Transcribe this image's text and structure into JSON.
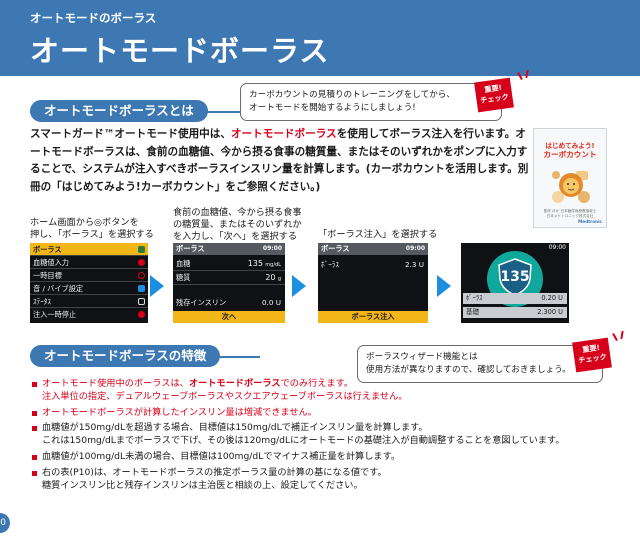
{
  "header": {
    "subtitle": "オートモードのボーラス",
    "title": "オートモードボーラス"
  },
  "section1": {
    "heading": "オートモードボーラスとは",
    "callout": [
      "カーボカウントの見積りのトレーニングをしてから、",
      "オートモードを開始するようにしましょう!"
    ],
    "badge": [
      "重要!",
      "チェック"
    ],
    "intro_a": "スマートガード™オートモード使用中は、",
    "intro_b": "オートモードボーラス",
    "intro_c": "を使用してボーラス注入を行います。オートモードボーラスは、食前の血糖値、今から摂る食事の糖質量、またはそのいずれかをポンプに入力することで、システムが注入すべきボーラスインスリン量を計算します。(カーボカウントを活用します。別冊の「はじめてみよう!カーボカウント」をご参照ください。)"
  },
  "book": {
    "title": [
      "はじめてみよう!",
      "カーボカウント"
    ],
    "footer": [
      "監修 ほか 日本糖尿病療養指導士",
      "日本メドトロニック株式会社"
    ],
    "brand": "Medtronic",
    "colors": {
      "title": "#e2231a",
      "lion": "#e58a2c"
    }
  },
  "steps": {
    "step1_caption": [
      "ホーム画面から◎ボタンを",
      "押し、「ボーラス」を選択する"
    ],
    "step2_caption": [
      "食前の血糖値、今から摂る食事",
      "の糖質量、またはそのいずれか",
      "を入力し、「次へ」を選択する"
    ],
    "step3_caption": [
      "「ボーラス注入」を選択する"
    ]
  },
  "screen1": {
    "items": [
      {
        "label": "ボーラス",
        "icon": "bolus-icon",
        "color": "#f2b619"
      },
      {
        "label": "血糖値入力",
        "icon": "drop-icon",
        "color": "#d7001a"
      },
      {
        "label": "一時目標",
        "icon": "target-icon",
        "color": "#1d8fe0"
      },
      {
        "label": "音 / バイブ設定",
        "icon": "bell-icon",
        "color": "#8a8f95"
      },
      {
        "label": "ｽﾃｰﾀｽ",
        "icon": "status-icon",
        "color": "#8a8f95"
      },
      {
        "label": "注入一時停止",
        "icon": "pause-icon",
        "color": "#d7001a"
      }
    ]
  },
  "screen2": {
    "title": "ボーラス",
    "time": "09:00",
    "bg_label": "血糖",
    "bg_value": "135",
    "bg_unit": "mg/dL",
    "carb_label": "糖質",
    "carb_value": "20",
    "carb_unit": "g",
    "active_label": "残存インスリン",
    "active_value": "0.0 U",
    "next_button": "次へ"
  },
  "screen3": {
    "title": "ボーラス",
    "time": "09:00",
    "row_label": "ﾎﾞｰﾗｽ",
    "row_value": "2.3 U",
    "deliver_button": "ボーラス注入"
  },
  "screen4": {
    "time": "09:00",
    "glucose": "135",
    "bolus_label": "ﾎﾞｰﾗｽ",
    "bolus_value": "0.20 U",
    "basal_label": "基礎",
    "basal_value": "2.300 U"
  },
  "section2": {
    "heading": "オートモードボーラスの特徴",
    "callout": [
      "ボーラスウィザード機能とは",
      "使用方法が異なりますので、確認しておきましょう。"
    ],
    "badge": [
      "重要!",
      "チェック"
    ],
    "f1_a": "オートモード使用中のボーラスは、",
    "f1_b": "オートモードボーラス",
    "f1_c": "でのみ行えます。",
    "f1_line2": "注入単位の指定、デュアルウェーブボーラスやスクエアウェーブボーラスは行えません。",
    "f2": "オートモードボーラスが計算したインスリン量は増減できません。",
    "f3_line1": "血糖値が150mg/dLを超過する場合、目標値は150mg/dLで補正インスリン量を計算します。",
    "f3_line2": "これは150mg/dLまでボーラスで下げ、その後は120mg/dLにオートモードの基礎注入が自動調整することを意図しています。",
    "f4": "血糖値が100mg/dL未満の場合、目標値は100mg/dLでマイナス補正量を計算します。",
    "f5_line1": "右の表(P10)は、オートモードボーラスの推定ボーラス量の計算の基になる値です。",
    "f5_line2": "糖質インスリン比と残存インスリンは主治医と相談の上、設定してください。"
  },
  "page_number": "0",
  "colors": {
    "brand_blue": "#3d78b3",
    "accent_red": "#d7001a",
    "arrow_blue": "#1d8fe0",
    "pump_yellow": "#f2b619"
  }
}
